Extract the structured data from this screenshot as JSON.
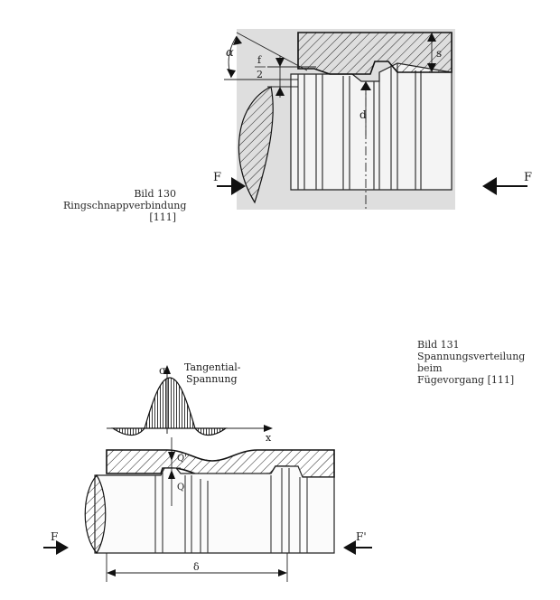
{
  "figure130": {
    "caption_title": "Bild 130",
    "caption_text": "Ringschnappverbindung [111]",
    "labels": {
      "alpha": "α",
      "f": "f",
      "two": "2",
      "s": "s",
      "d": "d",
      "force_left": "F",
      "force_right": "F"
    }
  },
  "figure131": {
    "caption_title": "Bild 131",
    "caption_line1": "Spannungsverteilung beim",
    "caption_line2": "Fügevorgang [111]",
    "labels": {
      "sigma": "σ",
      "tangential1": "Tangential-",
      "tangential2": "Spannung",
      "x": "x",
      "q_prime": "Q'",
      "q": "Q",
      "force_left": "F",
      "force_right": "F'",
      "delta": "δ"
    }
  }
}
